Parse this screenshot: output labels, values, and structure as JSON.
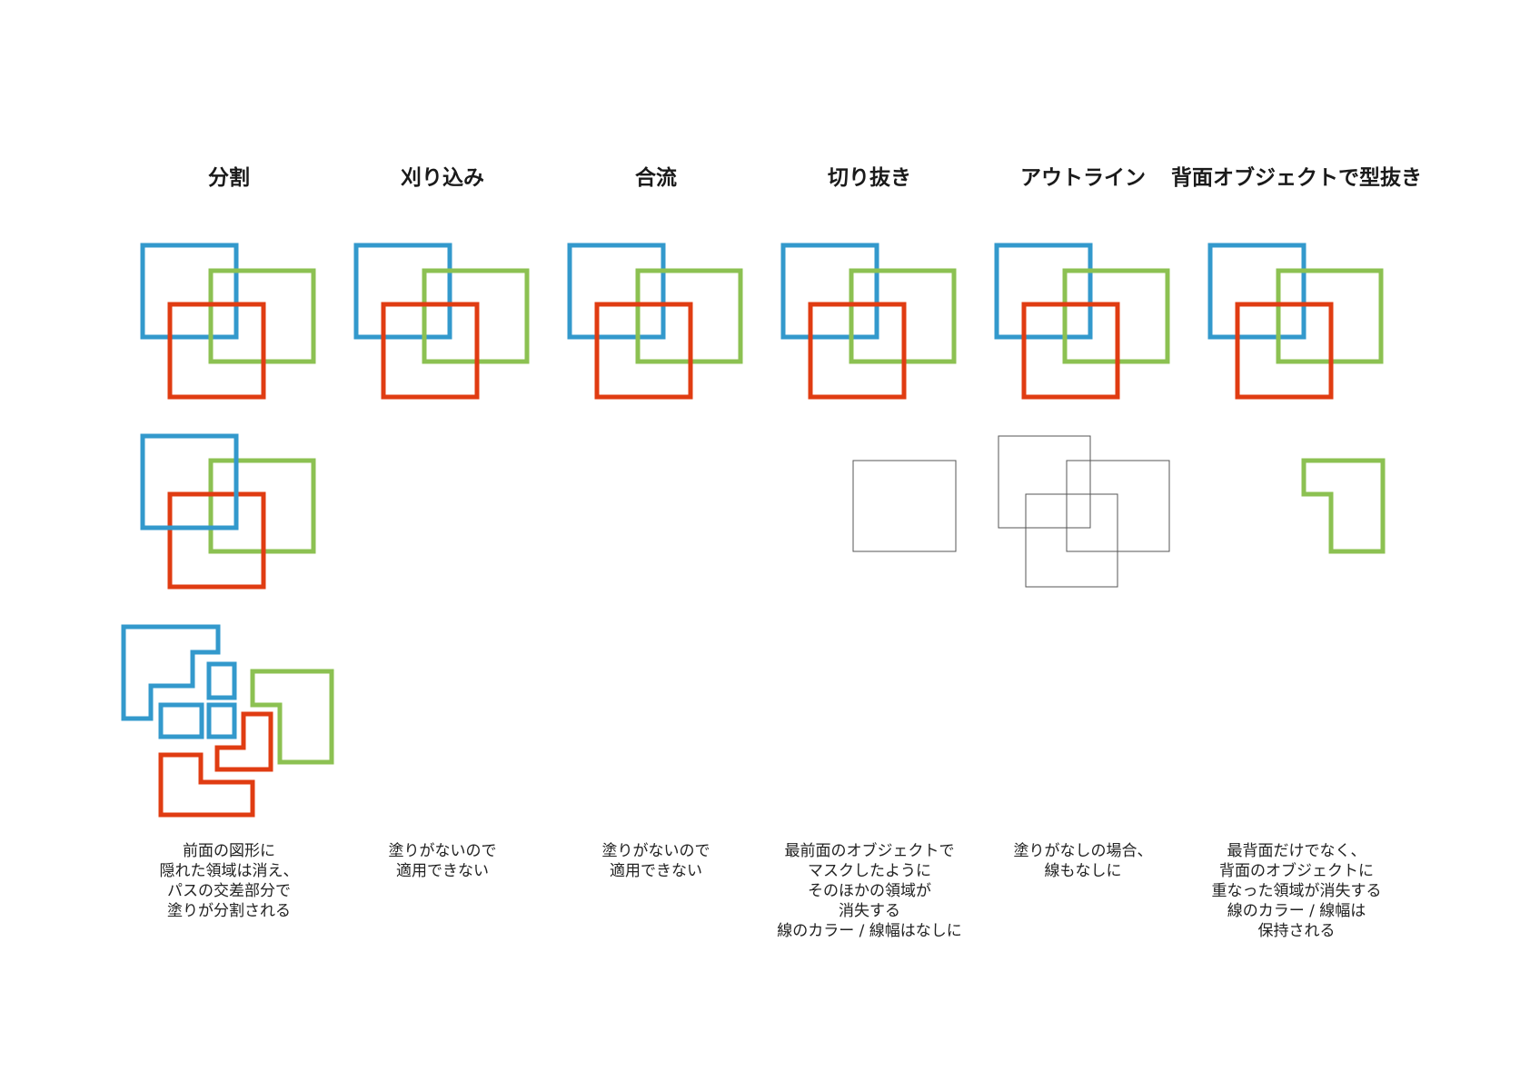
{
  "colors": {
    "blue": "#3399CC",
    "green": "#8CC152",
    "red": "#E03C12",
    "outline": "#555555"
  },
  "columns": [
    {
      "heading": "分割",
      "note": [
        "前面の図形に",
        "隠れた領域は消え、",
        "パスの交差部分で",
        "塗りが分割される"
      ]
    },
    {
      "heading": "刈り込み",
      "note": [
        "塗りがないので",
        "適用できない"
      ]
    },
    {
      "heading": "合流",
      "note": [
        "塗りがないので",
        "適用できない"
      ]
    },
    {
      "heading": "切り抜き",
      "note": [
        "最前面のオブジェクトで",
        "マスクしたように",
        "そのほかの領域が",
        "消失する",
        "線のカラー / 線幅はなしに"
      ]
    },
    {
      "heading": "アウトライン",
      "note": [
        "塗りがなしの場合、",
        "線もなしに"
      ]
    },
    {
      "heading": "背面オブジェクトで型抜き",
      "note": [
        "最背面だけでなく、",
        "背面のオブジェクトに",
        "重なった領域が消失する",
        "線のカラー / 線幅は",
        "保持される"
      ]
    }
  ]
}
